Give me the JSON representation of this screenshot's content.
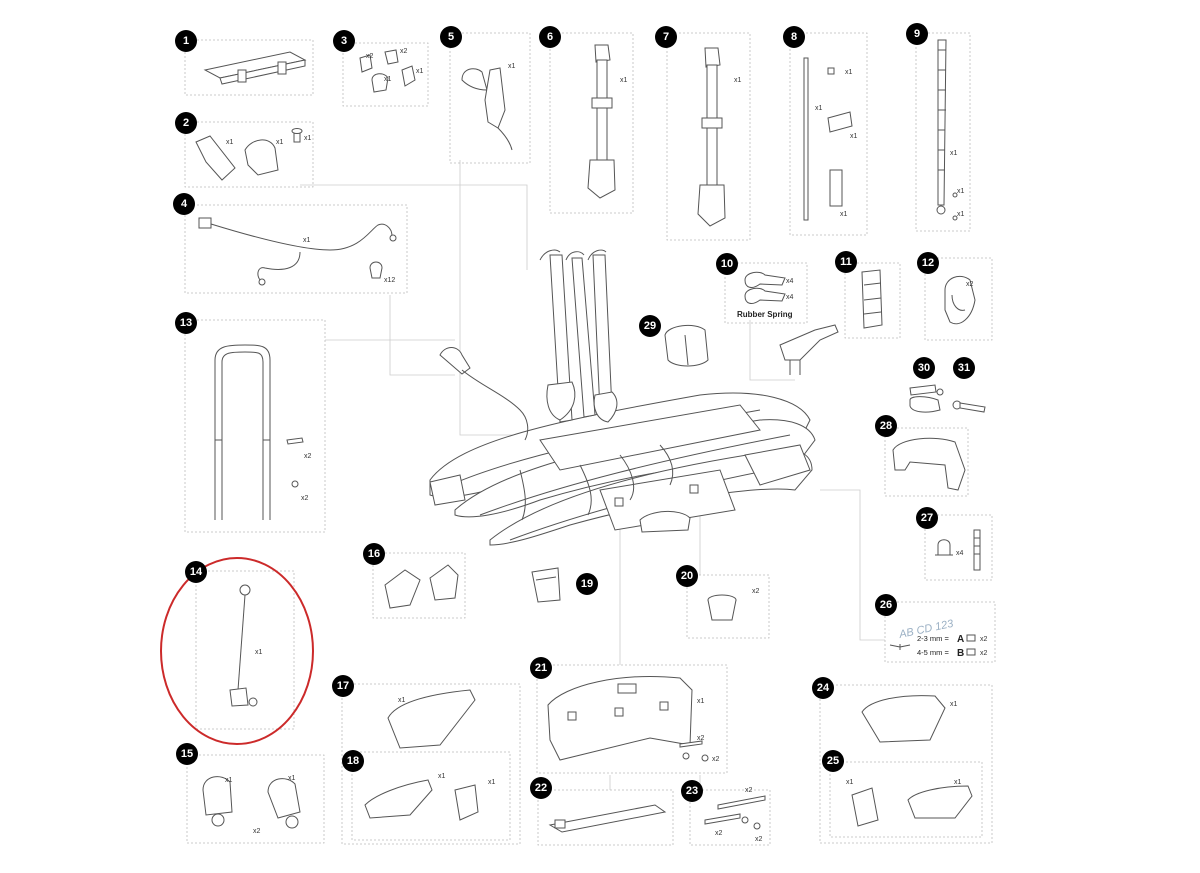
{
  "callouts": [
    "1",
    "2",
    "3",
    "4",
    "5",
    "6",
    "7",
    "8",
    "9",
    "10",
    "11",
    "12",
    "13",
    "14",
    "15",
    "16",
    "17",
    "18",
    "19",
    "20",
    "21",
    "22",
    "23",
    "24",
    "25",
    "26",
    "27",
    "28",
    "29",
    "30",
    "31"
  ],
  "quantities": {
    "p2": [
      "x1",
      "x1",
      "x1"
    ],
    "p3": [
      "x2",
      "x2",
      "x1",
      "x1"
    ],
    "p4": [
      "x1",
      "x12"
    ],
    "p5": "x1",
    "p6": "x1",
    "p7": "x1",
    "p8": [
      "x1",
      "x1",
      "x1",
      "x1"
    ],
    "p9": [
      "x1",
      "x1",
      "x1"
    ],
    "p10": [
      "x4",
      "x4"
    ],
    "p12": "x2",
    "p13": [
      "x2",
      "x2"
    ],
    "p14": "x1",
    "p15": [
      "x1",
      "x1",
      "x2"
    ],
    "p17": "x1",
    "p18": [
      "x1",
      "x1"
    ],
    "p20": "x2",
    "p21": [
      "x1",
      "x2",
      "x2"
    ],
    "p23": [
      "x2",
      "x2",
      "x2"
    ],
    "p24": "x1",
    "p25": [
      "x1",
      "x1"
    ],
    "p26": [
      "x2",
      "x2"
    ],
    "p27": "x4"
  },
  "rubber_spring_label": "Rubber Spring",
  "plate_text": "AB CD 123",
  "spacer_rows": [
    {
      "mm": "2-3 mm =",
      "letter": "A",
      "qty": "x2"
    },
    {
      "mm": "4-5 mm =",
      "letter": "B",
      "qty": "x2"
    }
  ],
  "highlight_color": "#cc2a2a"
}
